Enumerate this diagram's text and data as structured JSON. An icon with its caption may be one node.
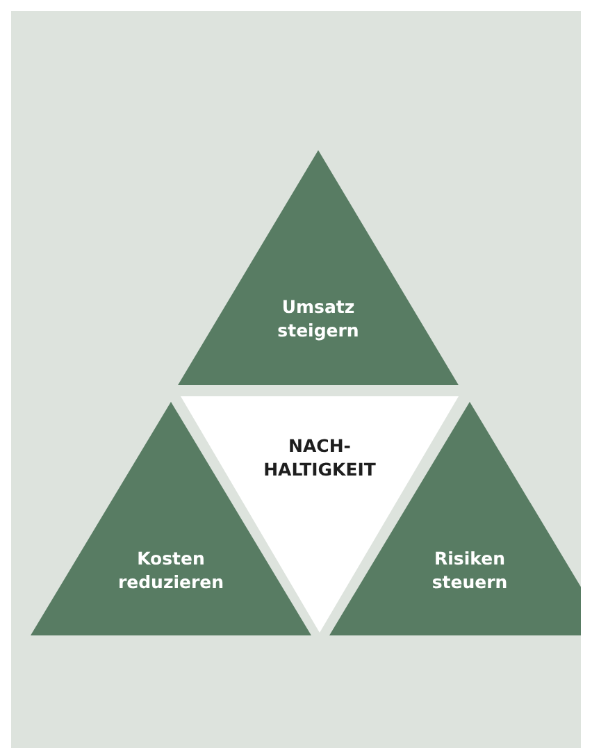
{
  "diagram": {
    "nodes": [
      {
        "text": [
          "Umsatz steigern"
        ]
      },
      {
        "text": [
          "NACH- HALTIGKEIT"
        ]
      },
      {
        "text": [
          "Kosten reduzieren"
        ]
      },
      {
        "text": [
          "Risiken steuern"
        ]
      }
    ]
  }
}
